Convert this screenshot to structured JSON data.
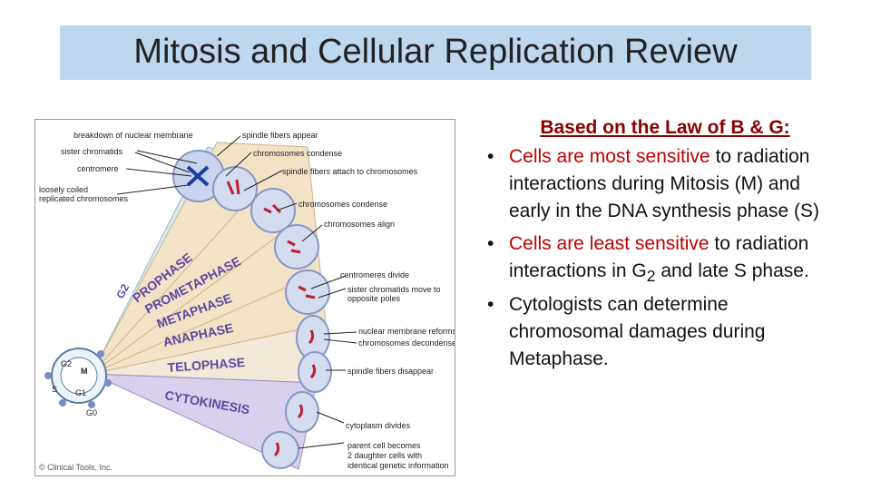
{
  "title": "Mitosis and Cellular Replication Review",
  "diagram": {
    "labels": {
      "breakdown": "breakdown of nuclear membrane",
      "sister": "sister chromatids",
      "centromere": "centromere",
      "loosely1": "loosely coiled",
      "loosely2": "replicated chromosomes",
      "spindle_appear": "spindle fibers appear",
      "condense1": "chromosomes condense",
      "spindle_attach": "spindle fibers attach to chromosomes",
      "condense2": "chromosomes condense",
      "align": "chromosomes align",
      "centromeres_divide": "centromeres divide",
      "sister_move1": "sister chromatids move to",
      "sister_move2": "opposite poles",
      "nuclear_reform": "nuclear membrane reforms",
      "decondense": "chromosomes decondense",
      "spindle_disappear": "spindle fibers disappear",
      "cytoplasm": "cytoplasm divides",
      "parent1": "parent cell becomes",
      "parent2": "2 daughter cells with",
      "parent3": "identical genetic information",
      "copyright": "© Clinical Tools, Inc."
    },
    "phases": {
      "g2": "G2",
      "prophase": "PROPHASE",
      "prometaphase": "PROMETAPHASE",
      "metaphase": "METAPHASE",
      "anaphase": "ANAPHASE",
      "telophase": "TELOPHASE",
      "cytokinesis": "CYTOKINESIS"
    },
    "cycle": {
      "g2": "G2",
      "m": "M",
      "s": "S",
      "g1": "G1",
      "g0": "G0"
    }
  },
  "panel": {
    "heading": "Based on the Law of B & G:",
    "bullet1": {
      "red": "Cells are most sensitive",
      "rest": " to radiation interactions during Mitosis (M) and early in the DNA synthesis phase (S)"
    },
    "bullet2": {
      "red": "Cells are least sensitive",
      "rest_pre": " to radiation interactions in G",
      "sub": "2",
      "rest_post": " and late S phase."
    },
    "bullet3": {
      "text": "Cytologists can determine chromosomal damages during Metaphase."
    },
    "bullet_char": "•"
  },
  "colors": {
    "title_bg": "#bdd7ee",
    "heading": "#8b0000",
    "emphasis": "#c00000"
  }
}
